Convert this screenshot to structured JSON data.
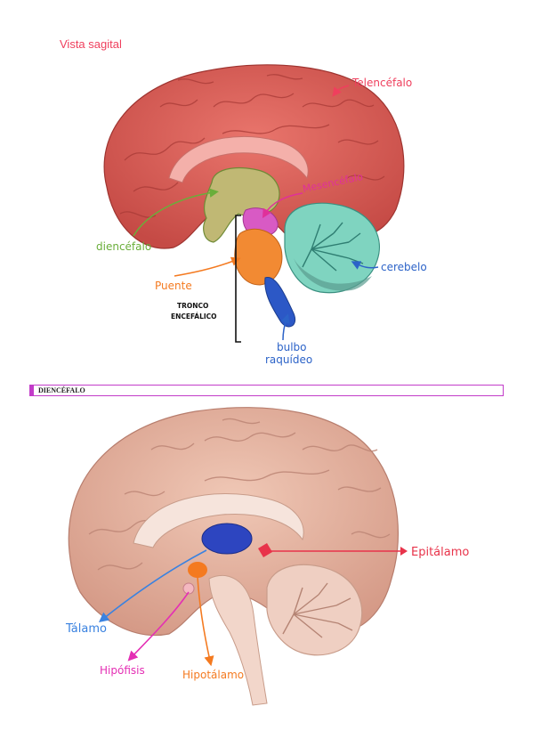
{
  "header": {
    "title": "Vista sagital"
  },
  "diagram1": {
    "labels": {
      "telencefalo": "Telencéfalo",
      "mesencefalo": "Mesencéfalo",
      "diencefalo": "diencéfalo",
      "cerebelo": "cerebelo",
      "puente": "Puente",
      "tronco_line1": "TRONCO",
      "tronco_line2": "ENCEFÁLICO",
      "bulbo_line1": "bulbo",
      "bulbo_line2": "raquídeo"
    },
    "colors": {
      "telencefalo": "#ef3f5d",
      "mesencefalo": "#e0309a",
      "diencefalo": "#6aae3a",
      "cerebelo": "#2c63c8",
      "puente": "#f47a20",
      "bulbo": "#2c63c8",
      "tronco": "#111111"
    }
  },
  "section": {
    "label": "DIENCÉFALO",
    "accent_color": "#c23cc9"
  },
  "diagram2": {
    "labels": {
      "epitalamo": "Epitálamo",
      "talamo": "Tálamo",
      "hipofisis": "Hipófisis",
      "hipotalamo": "Hipotálamo"
    },
    "colors": {
      "epitalamo": "#e8334a",
      "talamo": "#3a82e0",
      "hipofisis": "#e42fb4",
      "hipotalamo": "#f47a20"
    }
  }
}
